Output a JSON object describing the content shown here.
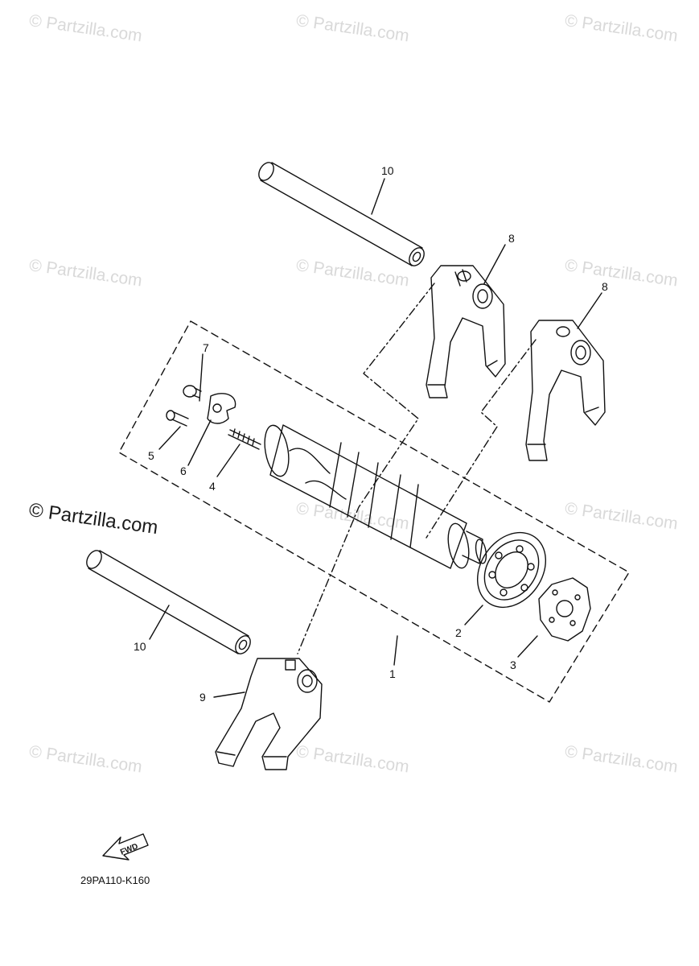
{
  "watermark": {
    "text": "© Partzilla.com",
    "main_text": "© Partzilla.com"
  },
  "diagram": {
    "drawing_code": "29PA110-K160",
    "fwd_label": "FWD",
    "callouts": {
      "c1": "1",
      "c2": "2",
      "c3": "3",
      "c4": "4",
      "c5": "5",
      "c6": "6",
      "c7": "7",
      "c8a": "8",
      "c8b": "8",
      "c9": "9",
      "c10a": "10",
      "c10b": "10"
    }
  },
  "colors": {
    "line": "#111111",
    "watermark": "#d9d9d9",
    "background": "#ffffff"
  }
}
